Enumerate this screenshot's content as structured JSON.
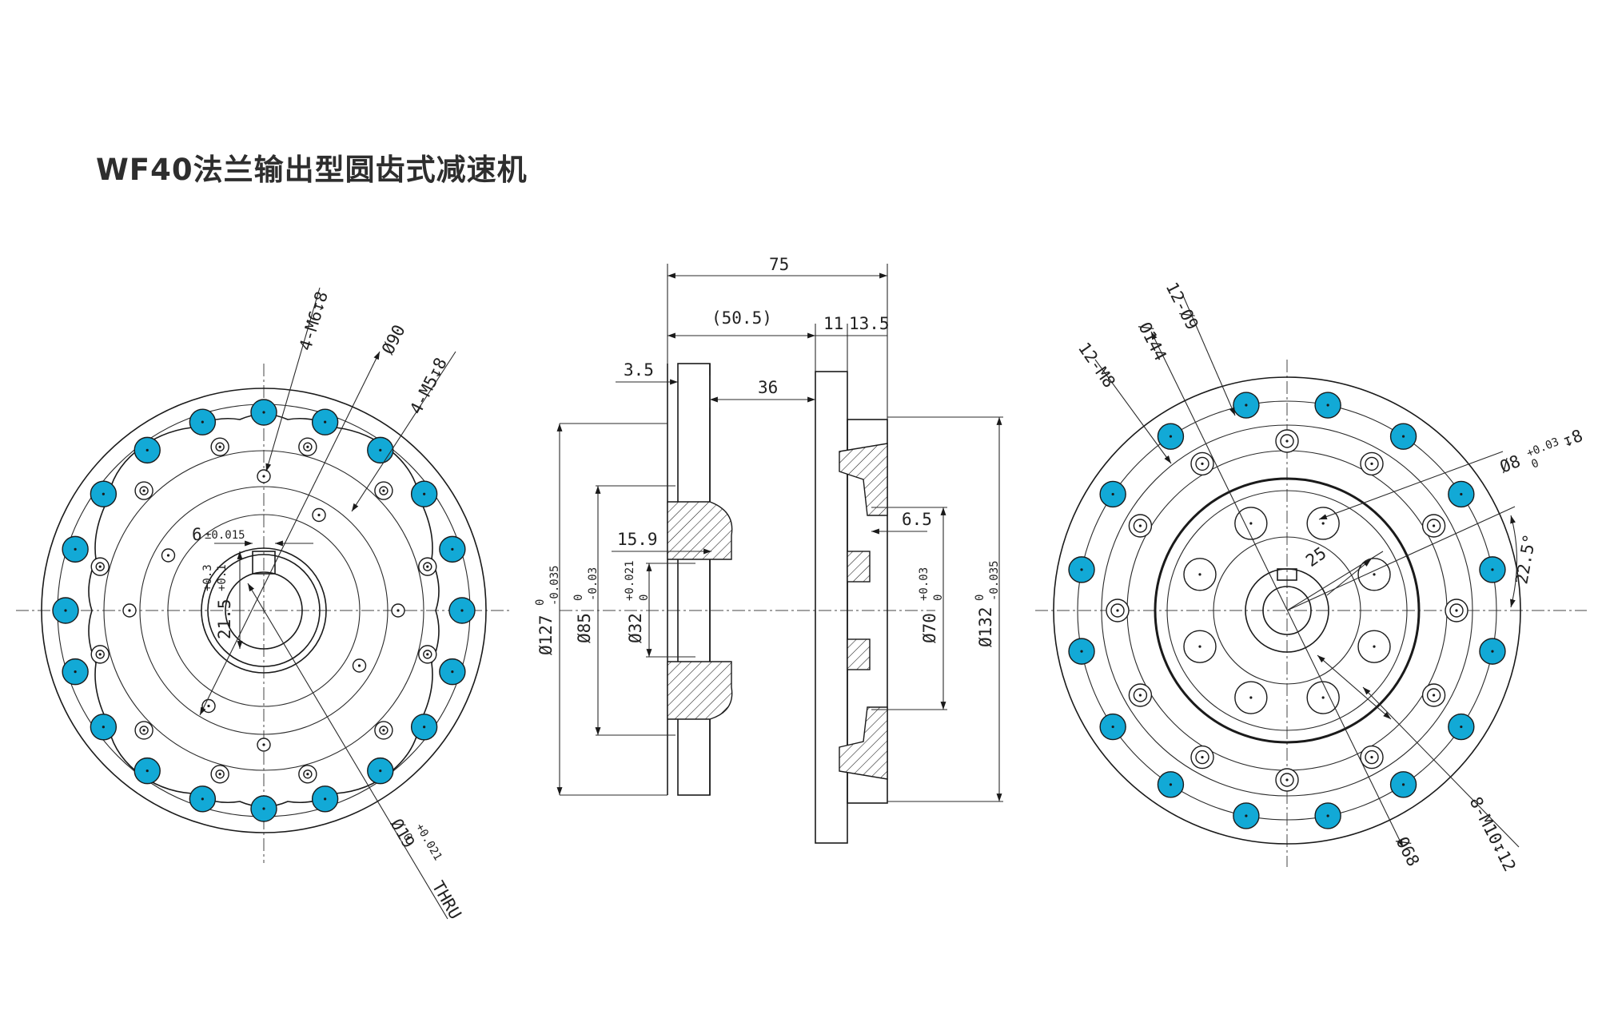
{
  "title": "WF40法兰输出型圆齿式减速机",
  "left_view": {
    "labels": {
      "m6": "4-M6↧8",
      "m5": "4-M5↧8",
      "d90": "Ø90",
      "key_width": "6",
      "key_tol": "±0.015",
      "key_height": "21.5",
      "key_height_tol_upper": "+0.3",
      "key_height_tol_lower": "+0.1",
      "bore": "Ø19",
      "bore_tol_upper": "+0.021",
      "bore_tol_lower": "0",
      "bore_thru": "THRU"
    }
  },
  "side_view": {
    "labels": {
      "total_length": "75",
      "body_length": "(50.5)",
      "flange_1": "11",
      "flange_2": "13.5",
      "step_1": "3.5",
      "shaft_len": "36",
      "inner_1": "15.9",
      "inner_2": "6.5",
      "d127": "Ø127",
      "d127_tol_upper": "0",
      "d127_tol_lower": "-0.035",
      "d85": "Ø85",
      "d85_tol_upper": "0",
      "d85_tol_lower": "-0.03",
      "d32": "Ø32",
      "d32_tol_upper": "+0.021",
      "d32_tol_lower": "0",
      "d70": "Ø70",
      "d70_tol_upper": "+0.03",
      "d70_tol_lower": "0",
      "d132": "Ø132",
      "d132_tol_upper": "0",
      "d132_tol_lower": "-0.035"
    }
  },
  "right_view": {
    "labels": {
      "holes_9": "12-Ø9",
      "d144": "Ø144",
      "m8": "12-M8",
      "pin": "Ø8",
      "pin_tol_upper": "+0.03",
      "pin_tol_lower": "0",
      "pin_depth": "↧8",
      "angle": "22.5°",
      "r25": "25",
      "m10": "8-M10↧12",
      "d68": "Ø68"
    }
  },
  "colors": {
    "highlight_holes": "#12a9d6",
    "lines": "#1a1a1a"
  }
}
